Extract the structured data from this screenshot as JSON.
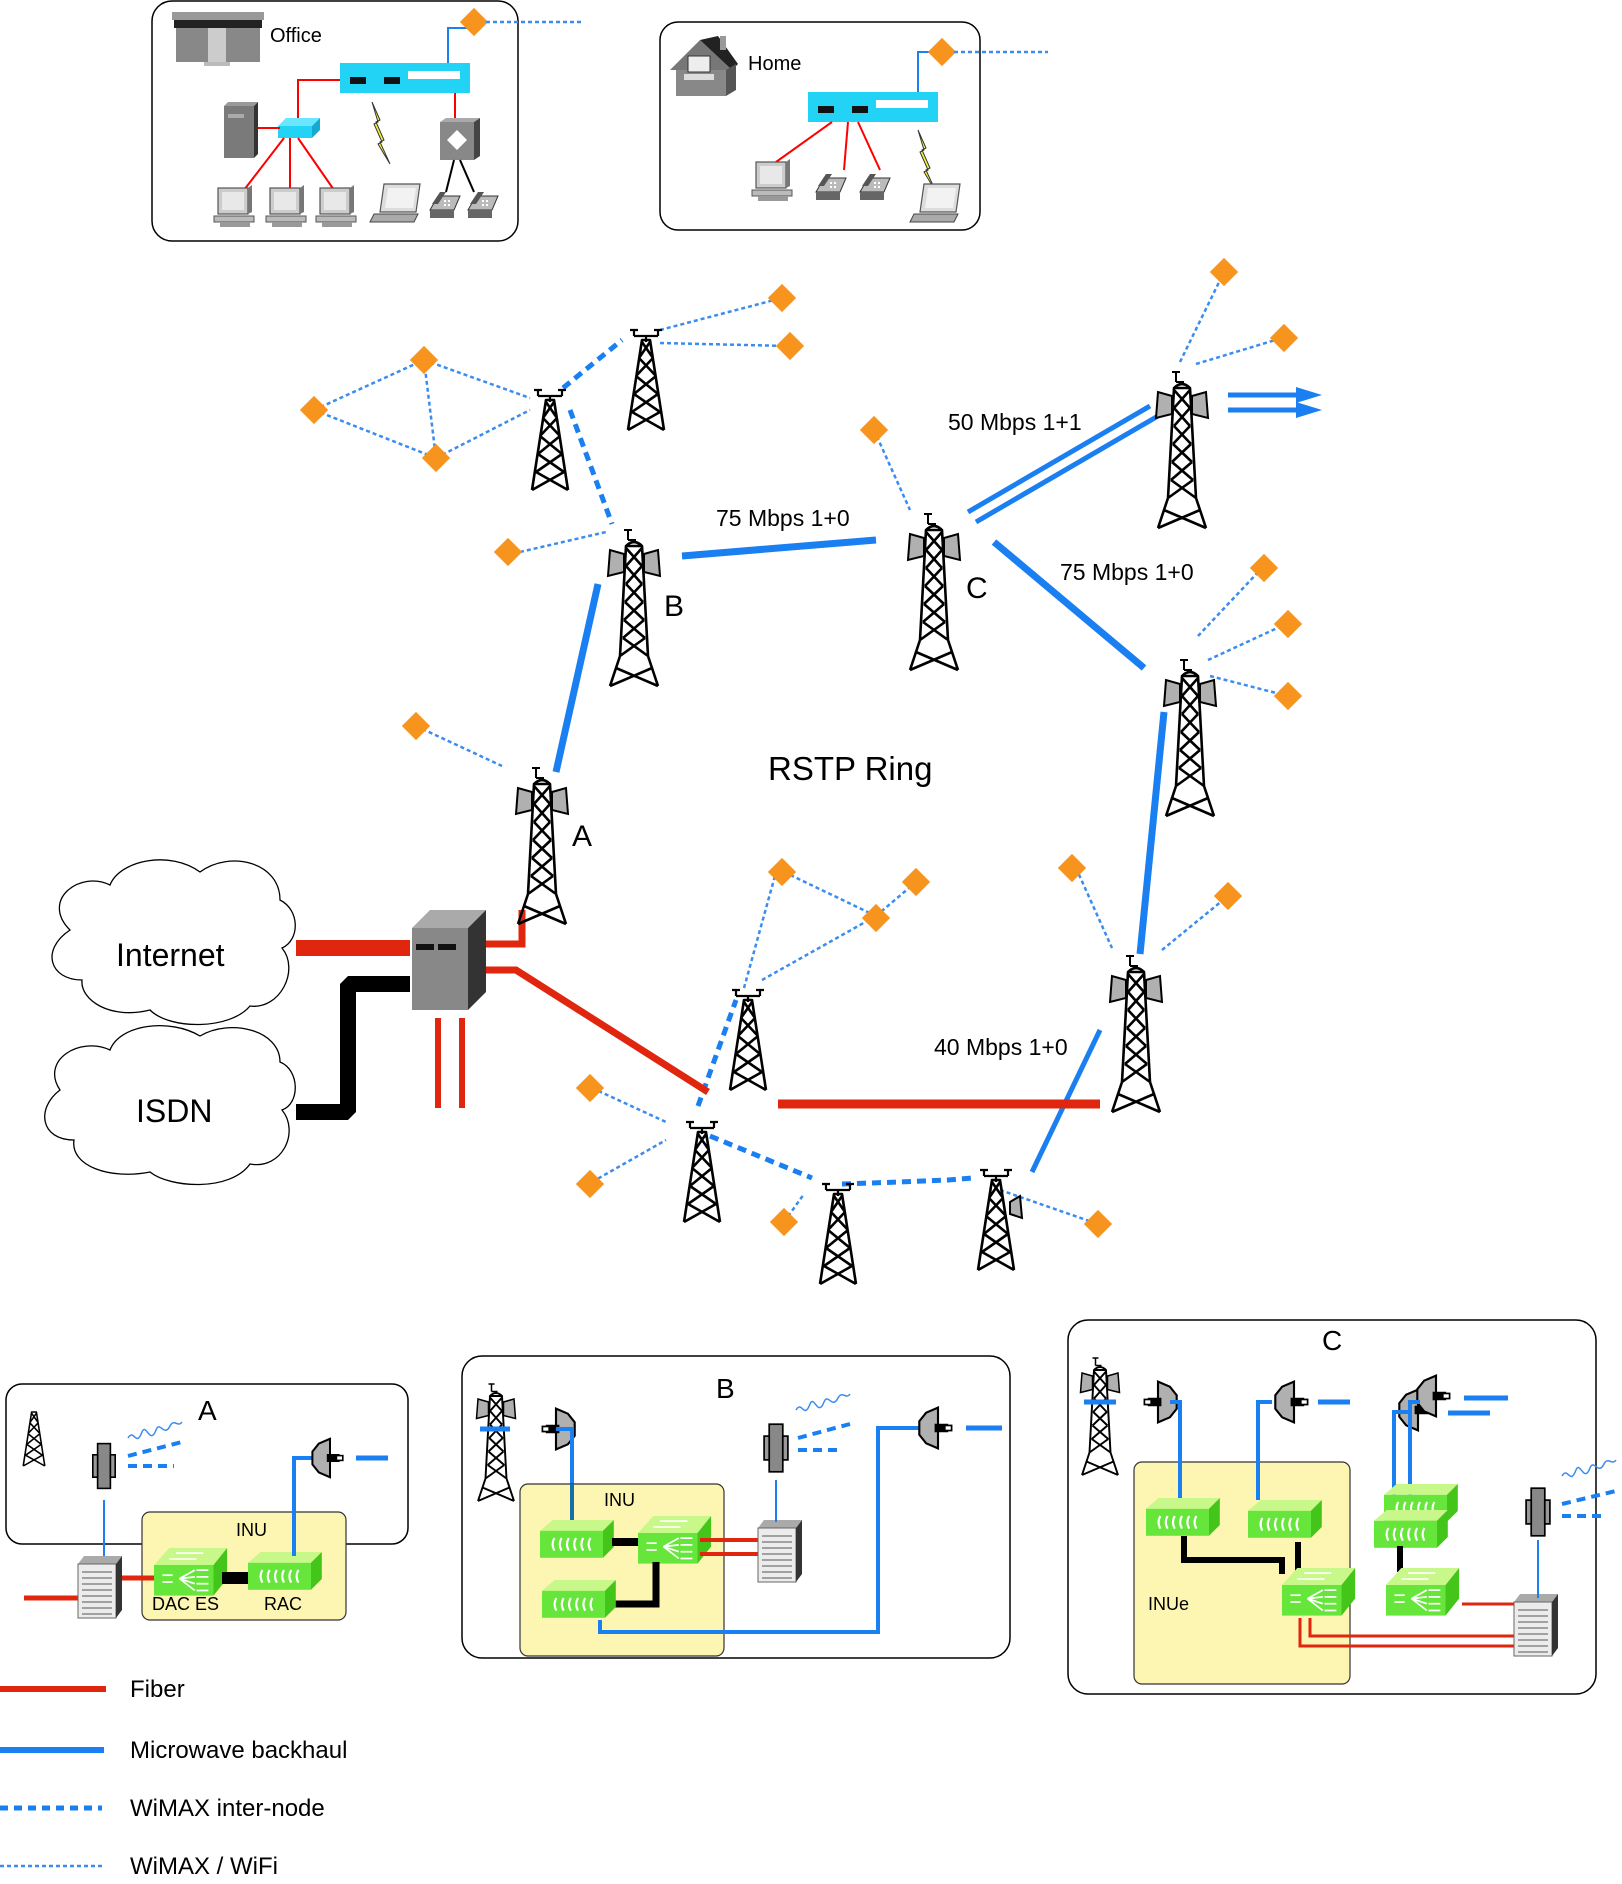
{
  "diagram": {
    "title": "RSTP Ring",
    "colors": {
      "fiber": "#e0260e",
      "microwave_backhaul": "#1a7ff0",
      "wimax": "#3a8cf0",
      "cpe": "#f7941d",
      "inu_background": "#fdf6b2",
      "device_green": "#66e63a",
      "router_cyan": "#22d3f5"
    },
    "sites": {
      "office": {
        "label": "Office"
      },
      "home": {
        "label": "Home"
      }
    },
    "clouds": {
      "internet": "Internet",
      "isdn": "ISDN"
    },
    "nodes": {
      "a": "A",
      "b": "B",
      "c": "C"
    },
    "links": {
      "b_c": "75 Mbps 1+0",
      "c_north": "50 Mbps 1+1",
      "c_east": "75 Mbps 1+0",
      "south": "40 Mbps 1+0"
    },
    "detail_panels": {
      "a": {
        "title": "A",
        "inu_label": "INU",
        "dac_label": "DAC ES",
        "rac_label": "RAC"
      },
      "b": {
        "title": "B",
        "inu_label": "INU"
      },
      "c": {
        "title": "C",
        "inu_label": "INUe"
      }
    },
    "legend": [
      {
        "label": "Fiber",
        "style": "fiber"
      },
      {
        "label": "Microwave backhaul",
        "style": "microwave"
      },
      {
        "label": "WiMAX inter-node",
        "style": "inter-node"
      },
      {
        "label": "WiMAX / WiFi",
        "style": "wifi"
      }
    ]
  }
}
